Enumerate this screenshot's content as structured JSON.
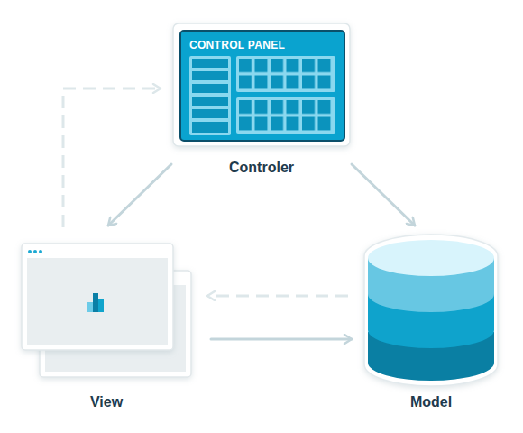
{
  "diagram": {
    "nodes": [
      {
        "text": [
          "CONTROL PANEL",
          "Controler"
        ]
      },
      {
        "text": [
          "View"
        ]
      },
      {
        "text": [
          "Model"
        ]
      }
    ],
    "edges": [
      {
        "from": 0,
        "to": 1,
        "arrow": "to"
      },
      {
        "from": 0,
        "to": 2,
        "arrow": "to"
      },
      {
        "from": 1,
        "to": 2,
        "arrow": "to"
      },
      {
        "from": 2,
        "to": 1,
        "arrow": "to"
      },
      {
        "from": 1,
        "to": 0,
        "arrow": "to"
      }
    ]
  }
}
